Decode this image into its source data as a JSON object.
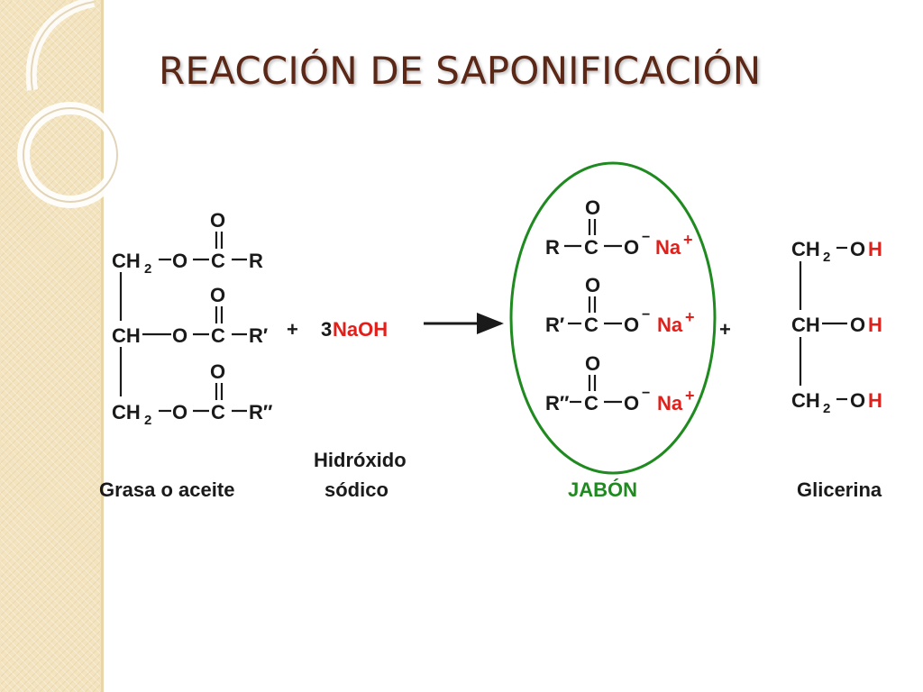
{
  "slide": {
    "title": "REACCIÓN DE SAPONIFICACIÓN"
  },
  "reaction": {
    "fat": {
      "rows": [
        {
          "carbon": "CH",
          "sub": "2",
          "oxygen": "O",
          "carbonyl_c": "C",
          "carbonyl_o": "O",
          "r": "R"
        },
        {
          "carbon": "CH",
          "sub": "",
          "oxygen": "O",
          "carbonyl_c": "C",
          "carbonyl_o": "O",
          "r": "R′"
        },
        {
          "carbon": "CH",
          "sub": "2",
          "oxygen": "O",
          "carbonyl_c": "C",
          "carbonyl_o": "O",
          "r": "R″"
        }
      ],
      "label": "Grasa o aceite"
    },
    "plus1": "+",
    "base": {
      "coefficient": "3",
      "formula": "NaOH",
      "label_line1": "Hidróxido",
      "label_line2": "sódico"
    },
    "soap": {
      "rows": [
        {
          "r": "R",
          "carbonyl_c": "C",
          "carbonyl_o": "O",
          "oxygen": "O",
          "charge": "−",
          "cation": "Na",
          "cation_charge": "+"
        },
        {
          "r": "R′",
          "carbonyl_c": "C",
          "carbonyl_o": "O",
          "oxygen": "O",
          "charge": "−",
          "cation": "Na",
          "cation_charge": "+"
        },
        {
          "r": "R″",
          "carbonyl_c": "C",
          "carbonyl_o": "O",
          "oxygen": "O",
          "charge": "−",
          "cation": "Na",
          "cation_charge": "+"
        }
      ],
      "label": "JABÓN"
    },
    "plus2": "+",
    "glycerol": {
      "rows": [
        {
          "carbon": "CH",
          "sub": "2",
          "oxygen": "O",
          "hydrogen": "H"
        },
        {
          "carbon": "CH",
          "sub": "",
          "oxygen": "O",
          "hydrogen": "H"
        },
        {
          "carbon": "CH",
          "sub": "2",
          "oxygen": "O",
          "hydrogen": "H"
        }
      ],
      "label": "Glicerina"
    }
  },
  "colors": {
    "title": "#5b2817",
    "highlight": "#e0201b",
    "soap_ring": "#1f8a1f",
    "sidebar": "#f3e4bf"
  }
}
